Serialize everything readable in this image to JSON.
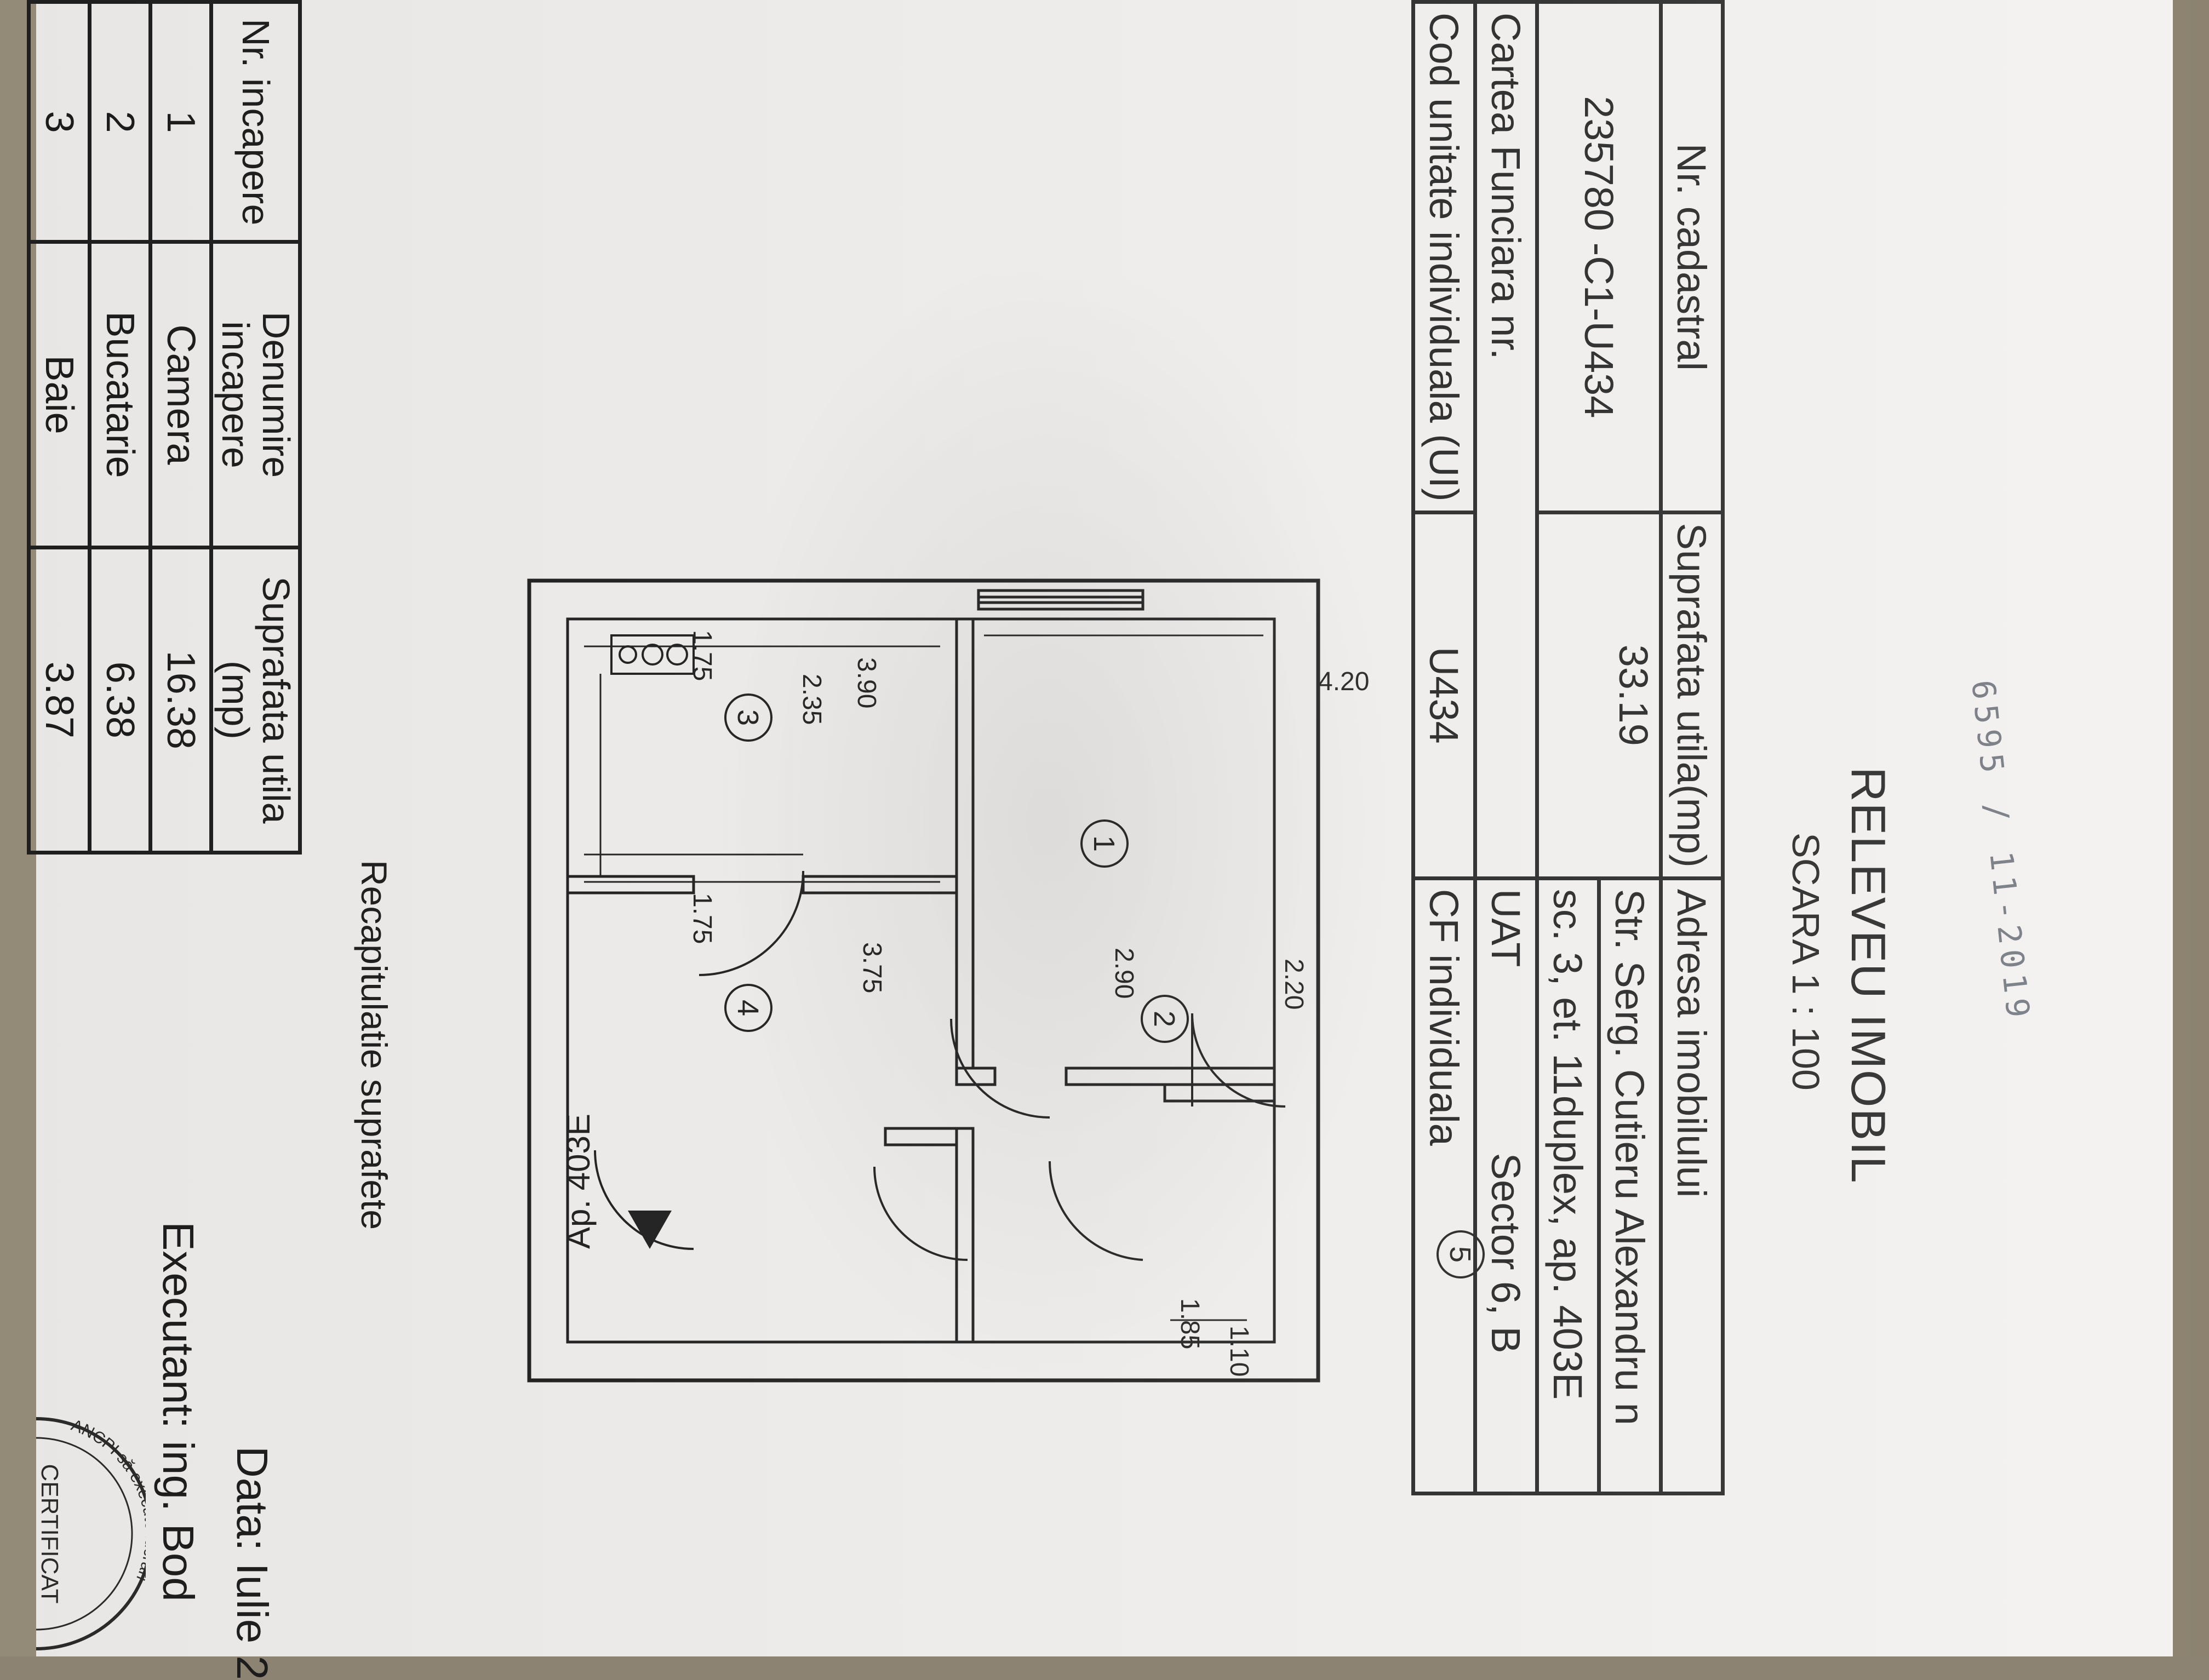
{
  "handwritten_note": "6595 / 11-2019",
  "title": "RELEVEU IMOBIL",
  "scale": "SCARA 1 : 100",
  "info_table": {
    "nr_cadastral_label": "Nr. cadastral",
    "nr_cadastral_value": "235780 -C1-U434",
    "suprafata_label": "Suprafata utila(mp)",
    "suprafata_value": "33.19",
    "adresa_label": "Adresa imobilului",
    "adresa_line1": "Str. Serg. Cutieru Alexandru n",
    "adresa_line2": "sc. 3, et. 11duplex, ap. 403E",
    "cf_label": "Cartea Funciara nr.",
    "uat_label": "UAT",
    "uat_value": "Sector 6, B",
    "cod_ui_label": "Cod unitate individuala (UI)",
    "cod_ui_value": "U434",
    "cf_individuala_label": "CF individuala"
  },
  "plan": {
    "apartment_label": "Ap. 403E",
    "rooms": [
      "1",
      "2",
      "3",
      "4",
      "5"
    ],
    "dimensions": {
      "d420": "4.20",
      "d390": "3.90",
      "d375": "3.75",
      "d235": "2.35",
      "d175a": "1.75",
      "d175b": "1.75",
      "d290": "2.90",
      "d220": "2.20",
      "d185": "1.85",
      "d110": "1.10"
    }
  },
  "recap": {
    "title": "Recapitulatie suprafete",
    "headers": [
      "Nr. incapere",
      "Denumire incapere",
      "Suprafata utila (mp)"
    ],
    "rows": [
      [
        "1",
        "Camera",
        "16.38"
      ],
      [
        "2",
        "Bucatarie",
        "6.38"
      ],
      [
        "3",
        "Baie",
        "3.87"
      ]
    ]
  },
  "footer": {
    "data": "Data: Iulie 2",
    "executant": "Executant: ing. Bod"
  },
  "stamp": {
    "text_arc": "ANCPI să execute lucrări",
    "text_main": "CERTIFICAT"
  }
}
